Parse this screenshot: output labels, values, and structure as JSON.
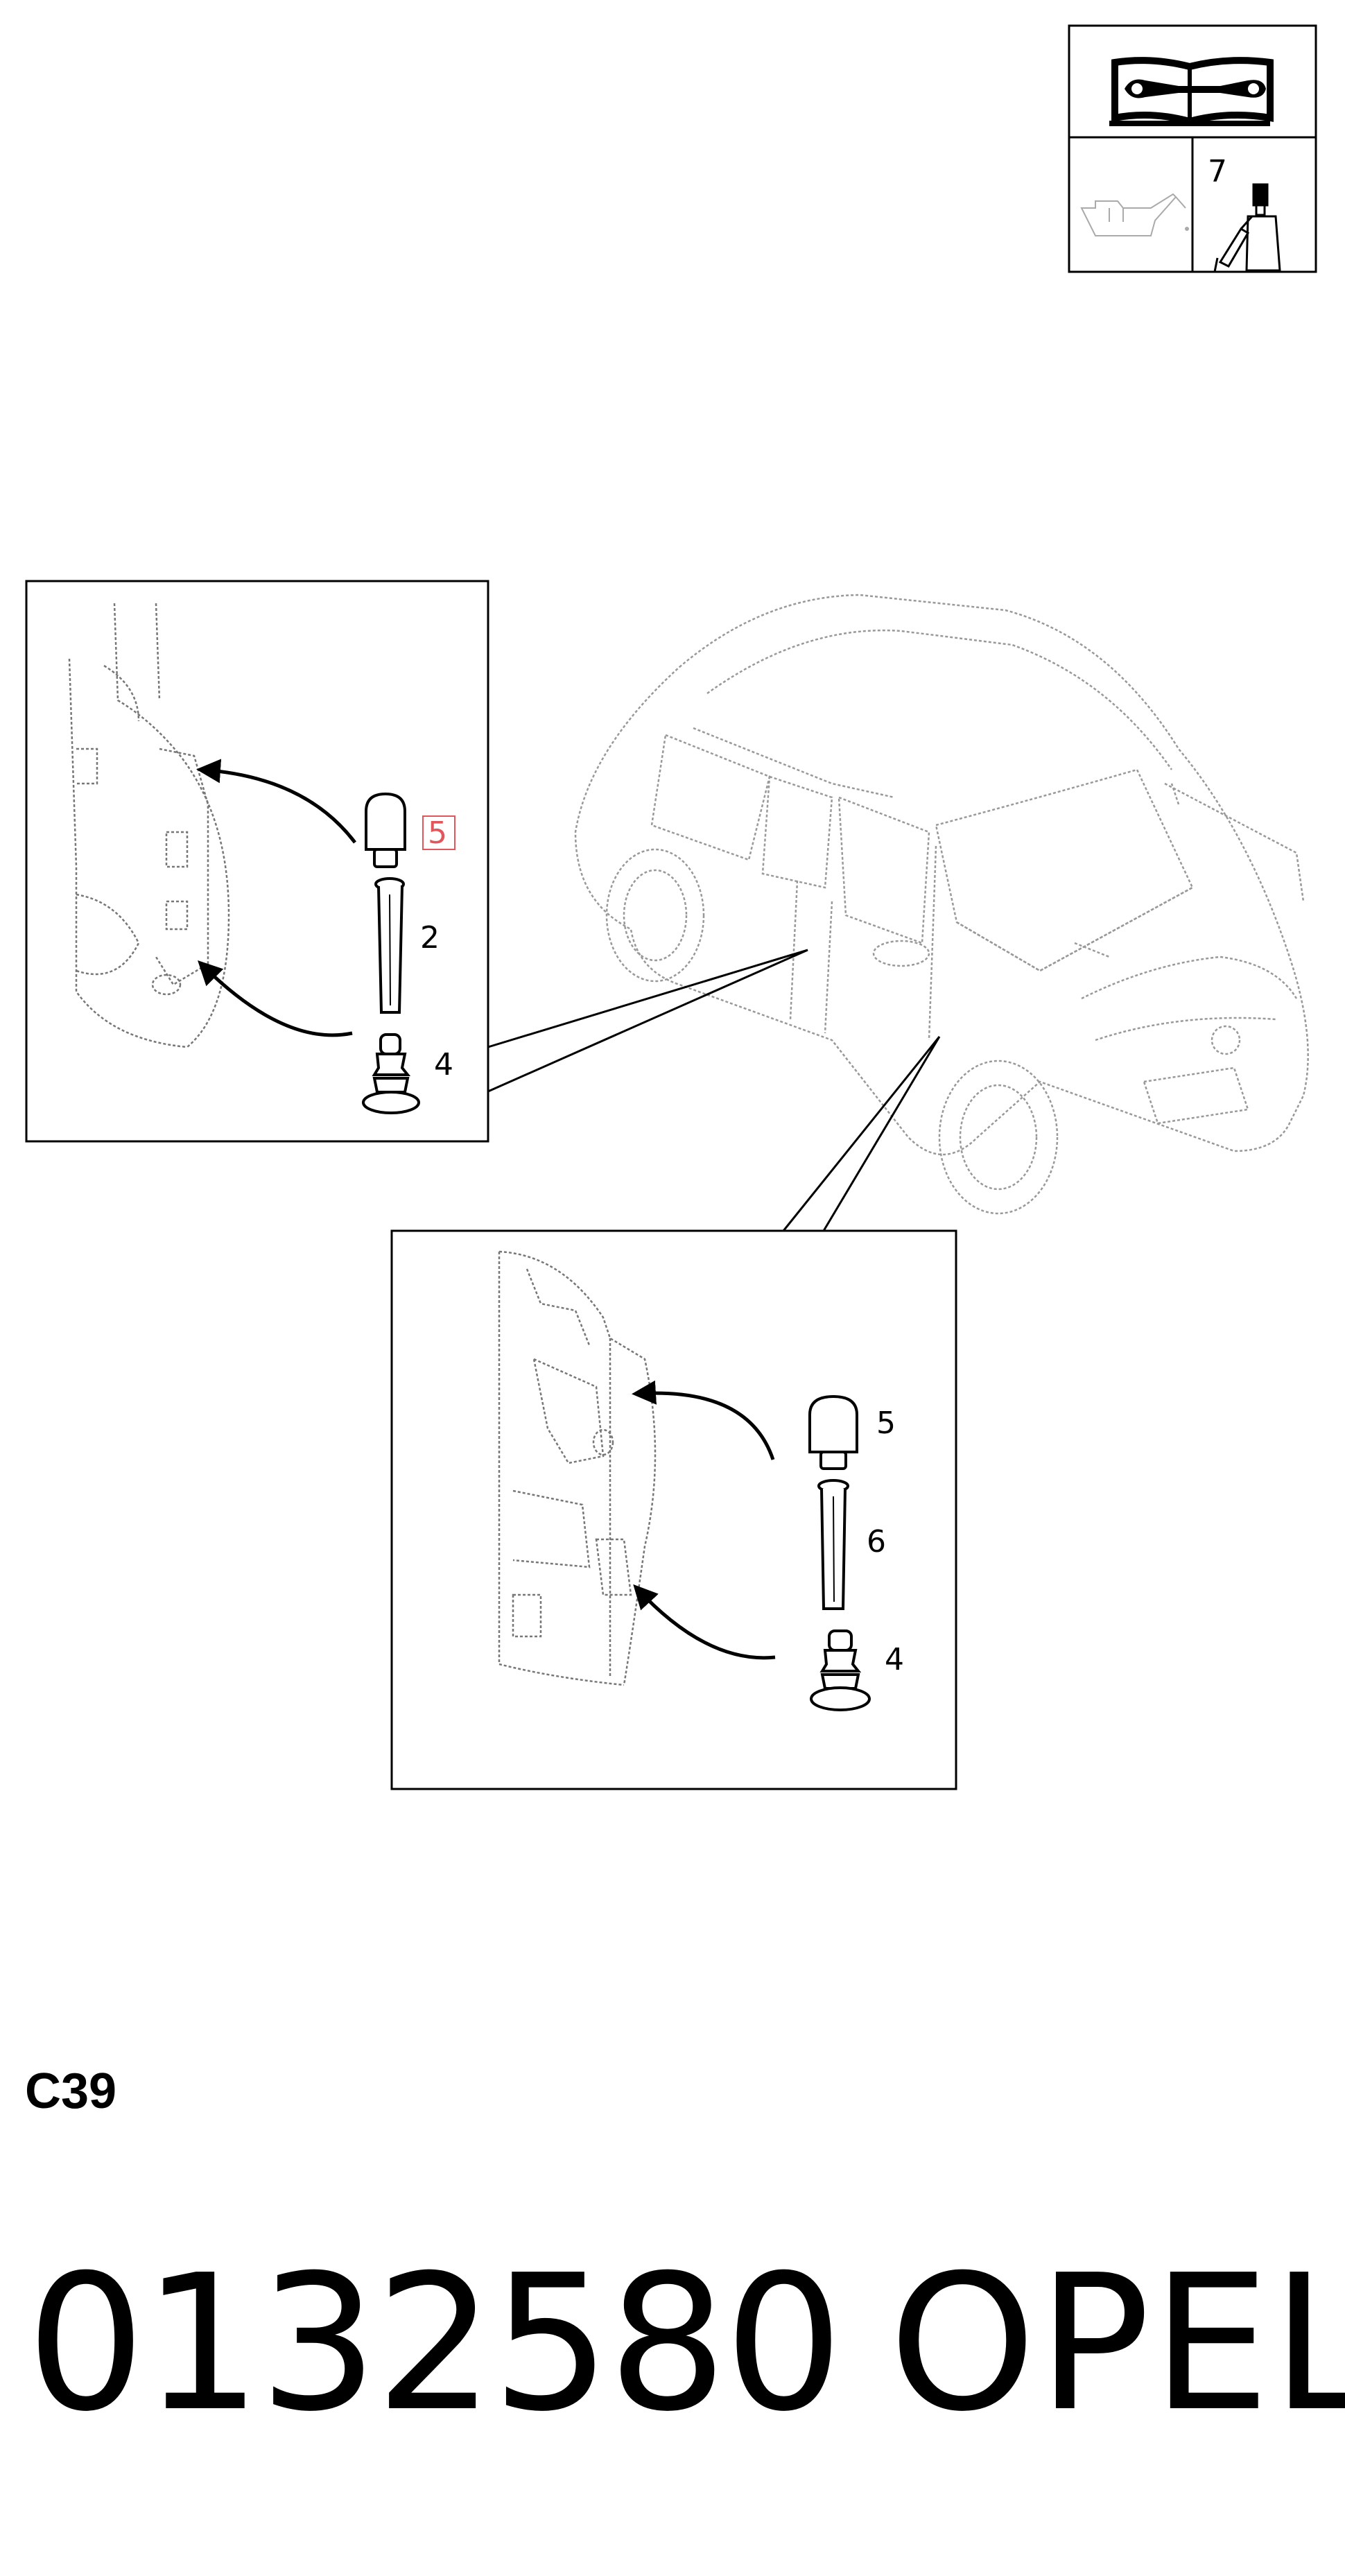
{
  "header_icons": {
    "manual_icon": "open-book-wrench-icon",
    "sealant_label": "7",
    "lube_icon": "oil-can-icon",
    "sealant_icon": "sealant-tube-icon"
  },
  "inset_top": {
    "callouts": [
      "5",
      "2",
      "4"
    ],
    "highlight_callout": "5",
    "highlight_color": "#e0565b"
  },
  "inset_bottom": {
    "callouts": [
      "5",
      "6",
      "4"
    ]
  },
  "vehicle_icon": "car-mpv-icon",
  "footer": {
    "section_code": "C39",
    "part_number": "0132580",
    "brand": "OPEL"
  }
}
